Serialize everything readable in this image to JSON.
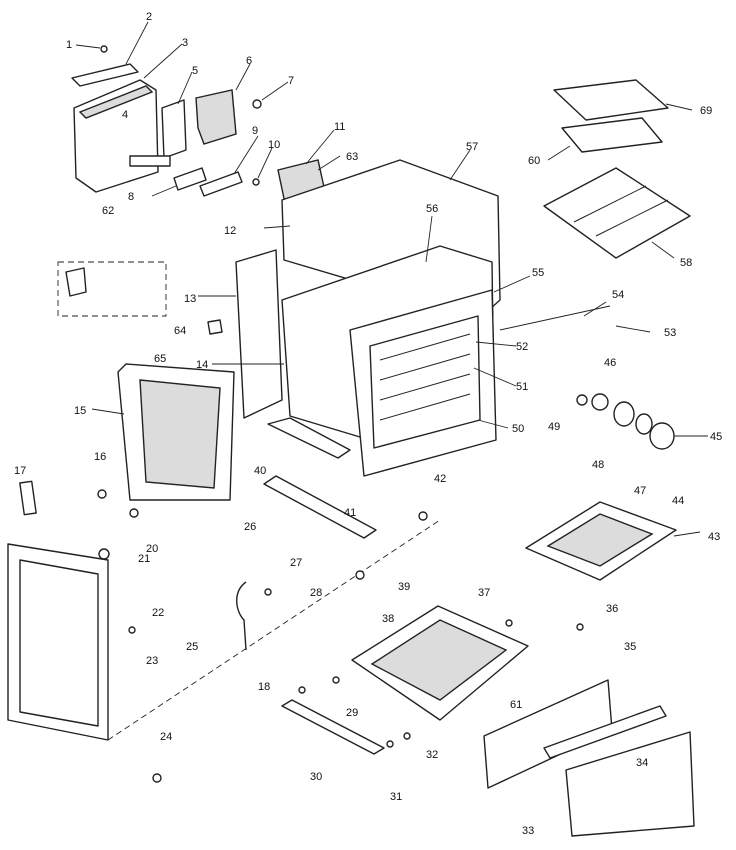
{
  "callouts": [
    {
      "id": "1",
      "label": "1"
    },
    {
      "id": "2",
      "label": "2"
    },
    {
      "id": "3",
      "label": "3"
    },
    {
      "id": "4",
      "label": "4"
    },
    {
      "id": "5",
      "label": "5"
    },
    {
      "id": "6",
      "label": "6"
    },
    {
      "id": "7",
      "label": "7"
    },
    {
      "id": "8",
      "label": "8"
    },
    {
      "id": "9",
      "label": "9"
    },
    {
      "id": "10",
      "label": "10"
    },
    {
      "id": "11",
      "label": "11"
    },
    {
      "id": "12",
      "label": "12"
    },
    {
      "id": "13",
      "label": "13"
    },
    {
      "id": "14",
      "label": "14"
    },
    {
      "id": "15",
      "label": "15"
    },
    {
      "id": "16",
      "label": "16"
    },
    {
      "id": "17",
      "label": "17"
    },
    {
      "id": "18",
      "label": "18"
    },
    {
      "id": "20",
      "label": "20"
    },
    {
      "id": "21",
      "label": "21"
    },
    {
      "id": "22",
      "label": "22"
    },
    {
      "id": "23",
      "label": "23"
    },
    {
      "id": "24",
      "label": "24"
    },
    {
      "id": "25",
      "label": "25"
    },
    {
      "id": "26",
      "label": "26"
    },
    {
      "id": "27",
      "label": "27"
    },
    {
      "id": "28",
      "label": "28"
    },
    {
      "id": "29",
      "label": "29"
    },
    {
      "id": "30",
      "label": "30"
    },
    {
      "id": "31",
      "label": "31"
    },
    {
      "id": "32",
      "label": "32"
    },
    {
      "id": "33",
      "label": "33"
    },
    {
      "id": "34",
      "label": "34"
    },
    {
      "id": "35",
      "label": "35"
    },
    {
      "id": "36",
      "label": "36"
    },
    {
      "id": "37",
      "label": "37"
    },
    {
      "id": "38",
      "label": "38"
    },
    {
      "id": "39",
      "label": "39"
    },
    {
      "id": "40",
      "label": "40"
    },
    {
      "id": "41",
      "label": "41"
    },
    {
      "id": "42",
      "label": "42"
    },
    {
      "id": "43",
      "label": "43"
    },
    {
      "id": "44",
      "label": "44"
    },
    {
      "id": "45",
      "label": "45"
    },
    {
      "id": "46",
      "label": "46"
    },
    {
      "id": "47",
      "label": "47"
    },
    {
      "id": "48",
      "label": "48"
    },
    {
      "id": "49",
      "label": "49"
    },
    {
      "id": "50",
      "label": "50"
    },
    {
      "id": "51",
      "label": "51"
    },
    {
      "id": "52",
      "label": "52"
    },
    {
      "id": "53",
      "label": "53"
    },
    {
      "id": "54",
      "label": "54"
    },
    {
      "id": "55",
      "label": "55"
    },
    {
      "id": "56",
      "label": "56"
    },
    {
      "id": "57",
      "label": "57"
    },
    {
      "id": "58",
      "label": "58"
    },
    {
      "id": "60",
      "label": "60"
    },
    {
      "id": "61",
      "label": "61"
    },
    {
      "id": "62",
      "label": "62"
    },
    {
      "id": "63",
      "label": "63"
    },
    {
      "id": "64",
      "label": "64"
    },
    {
      "id": "65",
      "label": "65"
    },
    {
      "id": "69",
      "label": "69"
    }
  ]
}
